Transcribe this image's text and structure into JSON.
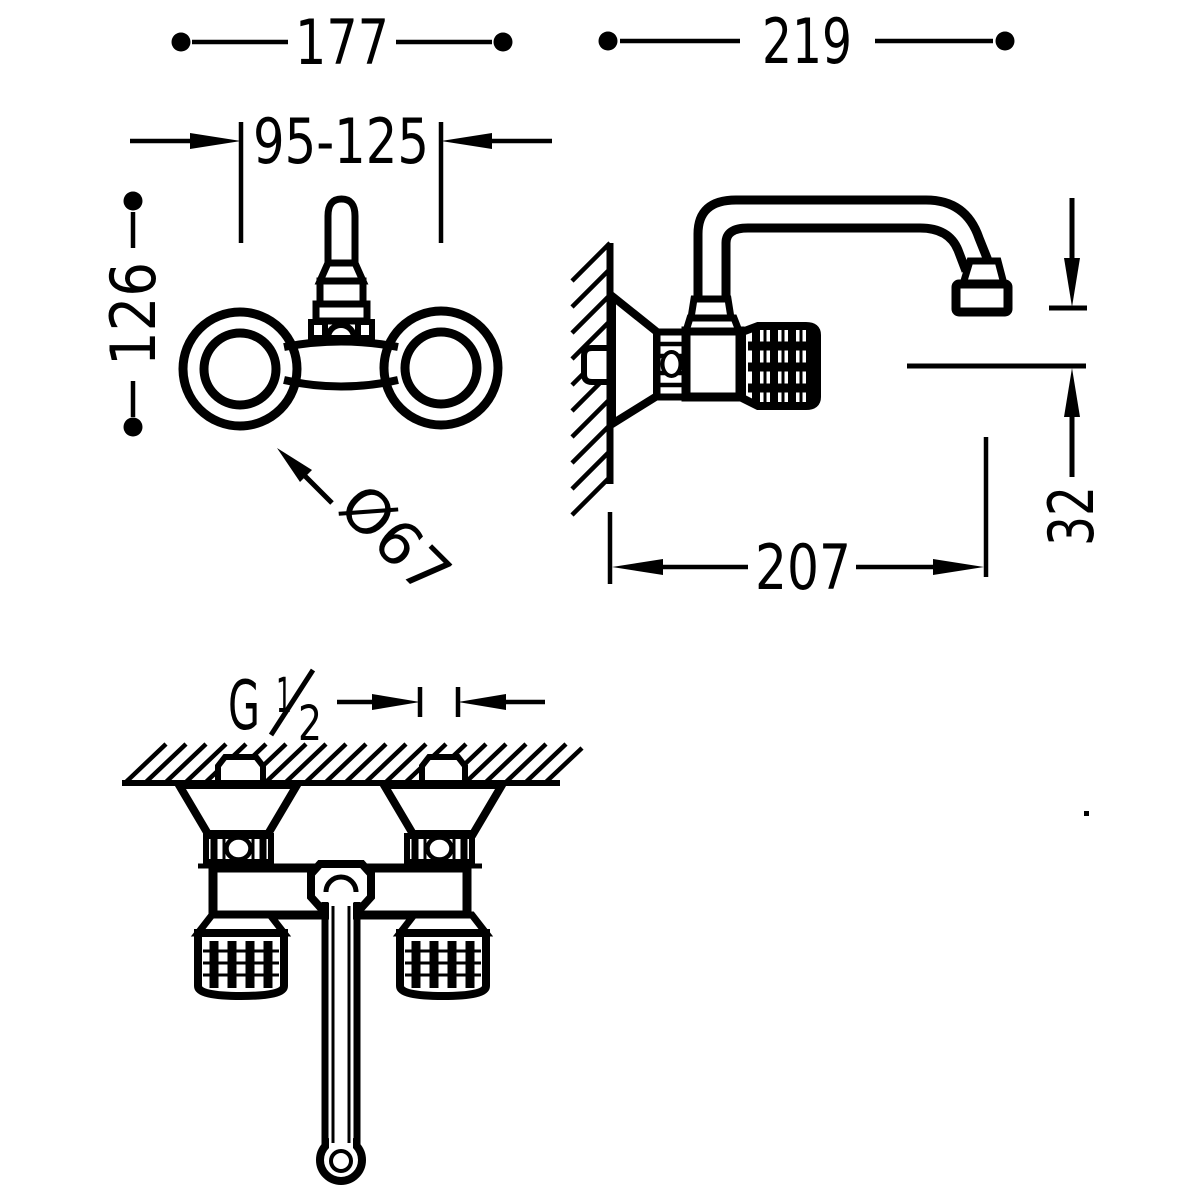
{
  "colors": {
    "ink": "#000000",
    "paper": "#ffffff"
  },
  "front_view": {
    "overall_width": "177",
    "hole_spacing": "95-125",
    "overall_height": "126",
    "escutcheon_diameter": "Ø67"
  },
  "side_view": {
    "overall_projection": "219",
    "spout_reach": "207",
    "outlet_offset": "32"
  },
  "top_view": {
    "thread_letter": "G",
    "thread_numerator": "1",
    "thread_denominator": "2"
  }
}
